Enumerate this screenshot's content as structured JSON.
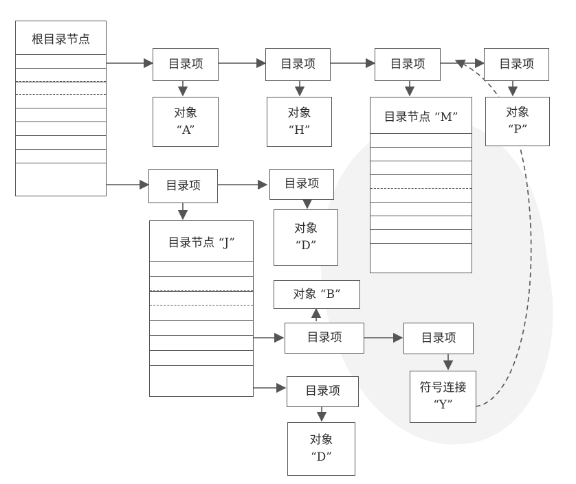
{
  "root": {
    "label": "根目录节点"
  },
  "entry_label": "目录项",
  "dirJ": {
    "label": "目录节点 “J”"
  },
  "dirM": {
    "label": "目录节点 “M”"
  },
  "objects": {
    "A": "对象\n“A”",
    "H": "对象\n“H”",
    "P": "对象\n“P”",
    "D1": "对象\n“D”",
    "B": "对象 “B”",
    "D2": "对象\n“D”"
  },
  "symlink": {
    "label": "符号连接\n“Y”"
  },
  "colors": {
    "line": "#555555",
    "text": "#2b2b2b",
    "watermark": "#e6e6e6"
  }
}
